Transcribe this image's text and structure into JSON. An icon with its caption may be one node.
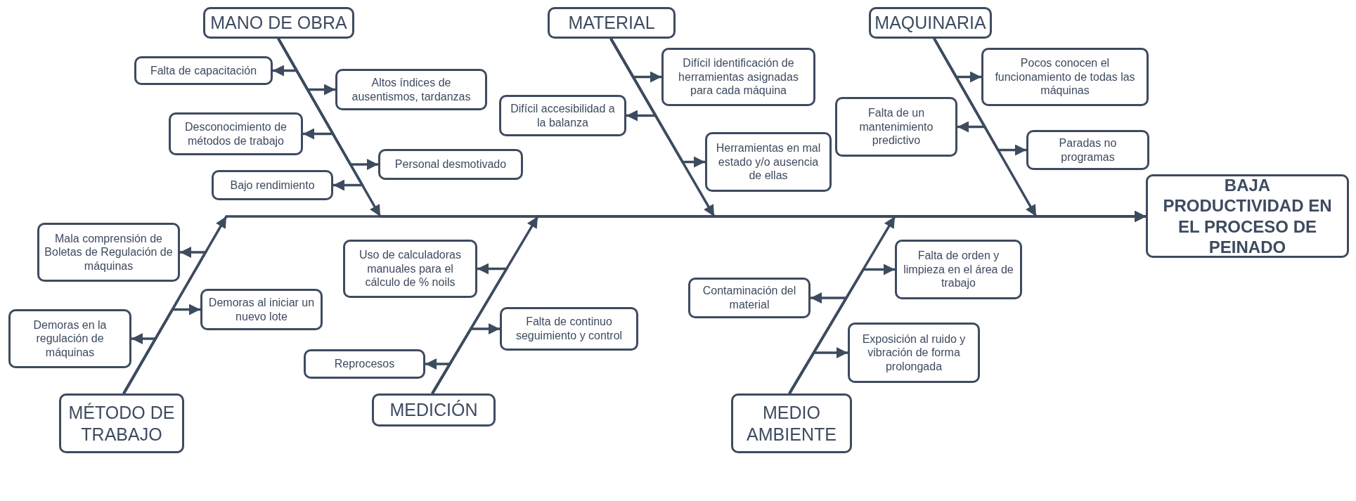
{
  "diagram": {
    "nodes": [
      {
        "text": [
          "MANO DE OBRA"
        ]
      },
      {
        "text": [
          "Falta de capacitación"
        ]
      },
      {
        "text": [
          "Altos índices de ausentismos, tardanzas"
        ]
      },
      {
        "text": [
          "Desconocimiento de métodos de trabajo"
        ]
      },
      {
        "text": [
          "Personal desmotivado"
        ]
      },
      {
        "text": [
          "Bajo rendimiento"
        ]
      },
      {
        "text": [
          "MATERIAL"
        ]
      },
      {
        "text": [
          "Difícil identificación de herramientas asignadas para cada máquina"
        ]
      },
      {
        "text": [
          "Difícil accesibilidad a la balanza"
        ]
      },
      {
        "text": [
          "Herramientas en mal estado y/o ausencia de ellas"
        ]
      },
      {
        "text": [
          "MAQUINARIA"
        ]
      },
      {
        "text": [
          "Pocos conocen el funcionamiento de todas las máquinas"
        ]
      },
      {
        "text": [
          "Falta de un mantenimiento predictivo"
        ]
      },
      {
        "text": [
          "Paradas no programas"
        ]
      },
      {
        "text": [
          "BAJA PRODUCTIVIDAD EN EL PROCESO DE PEINADO"
        ]
      },
      {
        "text": [
          "Mala comprensión de Boletas de Regulación de máquinas"
        ]
      },
      {
        "text": [
          "Demoras al iniciar un nuevo lote"
        ]
      },
      {
        "text": [
          "Demoras en la regulación de máquinas"
        ]
      },
      {
        "text": [
          "MÉTODO DE TRABAJO"
        ]
      },
      {
        "text": [
          "Uso de calculadoras manuales para el cálculo de % noils"
        ]
      },
      {
        "text": [
          "Falta de continuo seguimiento y control"
        ]
      },
      {
        "text": [
          "Reprocesos"
        ]
      },
      {
        "text": [
          "MEDICIÓN"
        ]
      },
      {
        "text": [
          "Falta de orden y limpieza en el área de trabajo"
        ]
      },
      {
        "text": [
          "Contaminación del material"
        ]
      },
      {
        "text": [
          "Exposición al ruido y vibración de forma prolongada"
        ]
      },
      {
        "text": [
          "MEDIO AMBIENTE"
        ]
      }
    ],
    "edges": [
      {
        "from": 0,
        "to": 14,
        "arrow": "to"
      },
      {
        "from": 6,
        "to": 14,
        "arrow": "to"
      },
      {
        "from": 10,
        "to": 14,
        "arrow": "to"
      },
      {
        "from": 18,
        "to": 14,
        "arrow": "to"
      },
      {
        "from": 22,
        "to": 14,
        "arrow": "to"
      },
      {
        "from": 26,
        "to": 14,
        "arrow": "to"
      },
      {
        "from": 0,
        "to": 1,
        "arrow": "to"
      },
      {
        "from": 0,
        "to": 2,
        "arrow": "to"
      },
      {
        "from": 0,
        "to": 3,
        "arrow": "to"
      },
      {
        "from": 0,
        "to": 4,
        "arrow": "to"
      },
      {
        "from": 0,
        "to": 5,
        "arrow": "to"
      },
      {
        "from": 6,
        "to": 7,
        "arrow": "to"
      },
      {
        "from": 6,
        "to": 8,
        "arrow": "to"
      },
      {
        "from": 6,
        "to": 9,
        "arrow": "to"
      },
      {
        "from": 10,
        "to": 11,
        "arrow": "to"
      },
      {
        "from": 10,
        "to": 12,
        "arrow": "to"
      },
      {
        "from": 10,
        "to": 13,
        "arrow": "to"
      },
      {
        "from": 18,
        "to": 15,
        "arrow": "to"
      },
      {
        "from": 18,
        "to": 16,
        "arrow": "to"
      },
      {
        "from": 18,
        "to": 17,
        "arrow": "to"
      },
      {
        "from": 22,
        "to": 19,
        "arrow": "to"
      },
      {
        "from": 22,
        "to": 20,
        "arrow": "to"
      },
      {
        "from": 22,
        "to": 21,
        "arrow": "to"
      },
      {
        "from": 26,
        "to": 23,
        "arrow": "to"
      },
      {
        "from": 26,
        "to": 24,
        "arrow": "to"
      },
      {
        "from": 26,
        "to": 25,
        "arrow": "to"
      }
    ]
  }
}
